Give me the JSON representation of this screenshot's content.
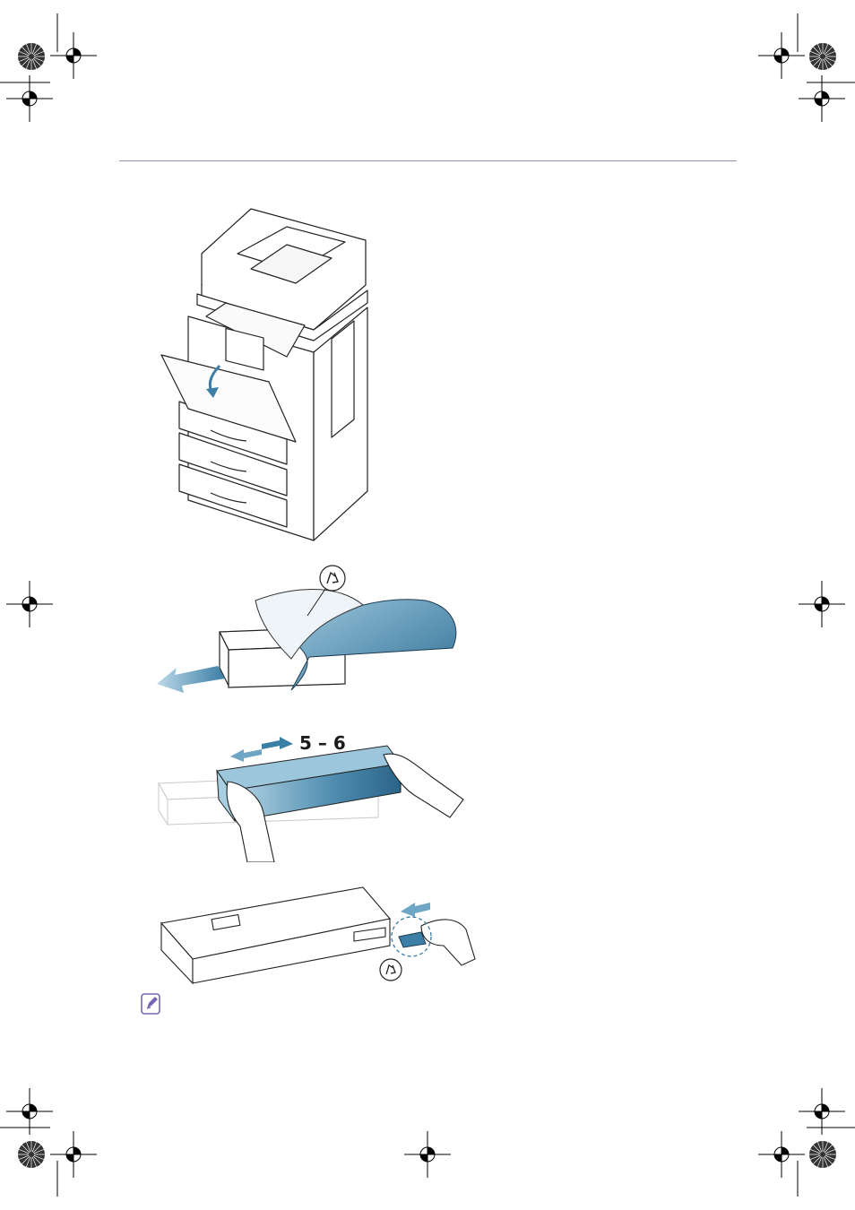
{
  "page": {
    "illustrations": [
      {
        "name": "printer-front-door-open"
      },
      {
        "name": "toner-cartridge-unpacking"
      },
      {
        "name": "toner-cartridge-shaking",
        "label": "5 – 6"
      },
      {
        "name": "toner-cartridge-seal-removal"
      }
    ],
    "note_icon": "pencil-note-icon",
    "recycle_icon": "recycle-icon",
    "accent_color": "#2f6f95"
  }
}
